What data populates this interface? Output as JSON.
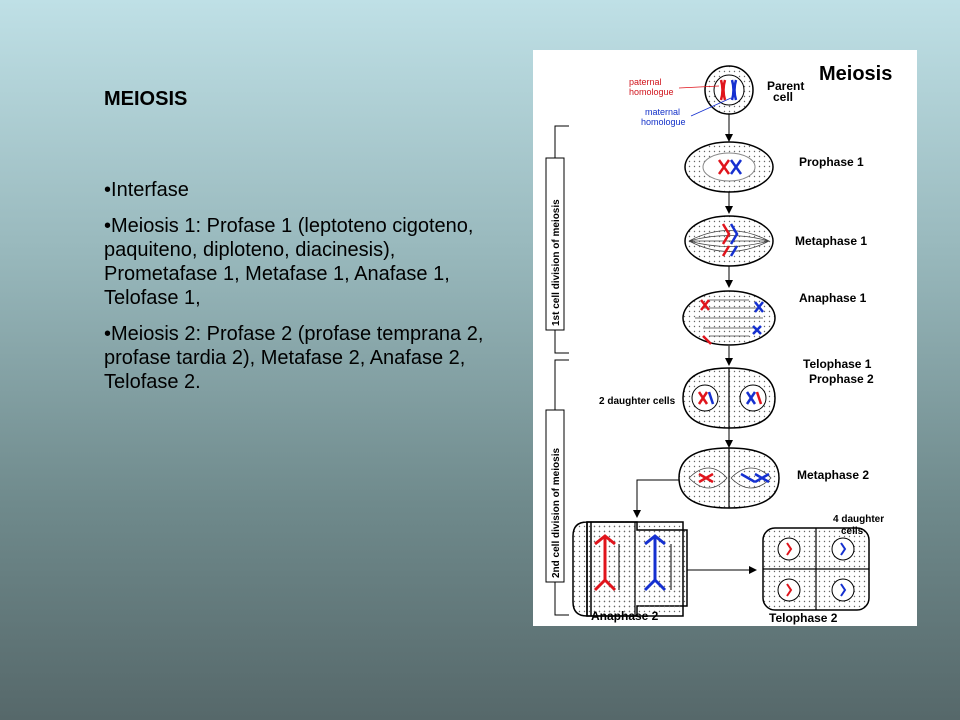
{
  "slide": {
    "title": "MEIOSIS",
    "bullets": [
      "Interfase",
      "Meiosis 1: Profase 1 (leptoteno cigoteno, paquiteno, diploteno, diacinesis), Prometafase 1, Metafase 1, Anafase 1, Telofase 1,",
      "Meiosis 2: Profase 2 (profase temprana 2, profase tardia 2), Metafase 2, Anafase 2, Telofase 2."
    ]
  },
  "diagram": {
    "title": "Meiosis",
    "parent_label_1": "Parent",
    "parent_label_2": "cell",
    "paternal_1": "paternal",
    "paternal_2": "homologue",
    "maternal_1": "maternal",
    "maternal_2": "homologue",
    "prophase1": "Prophase 1",
    "metaphase1": "Metaphase 1",
    "anaphase1": "Anaphase 1",
    "telophase1": "Telophase 1",
    "prophase2": "Prophase 2",
    "two_daughter": "2 daughter cells",
    "metaphase2": "Metaphase 2",
    "four_daughter_1": "4 daughter",
    "four_daughter_2": "cells",
    "anaphase2": "Anaphase 2",
    "telophase2": "Telophase 2",
    "side1": "1st cell division of meiosis",
    "side2": "2nd cell division of meiosis",
    "colors": {
      "paternal": "#e0141c",
      "maternal": "#1530d0"
    }
  }
}
